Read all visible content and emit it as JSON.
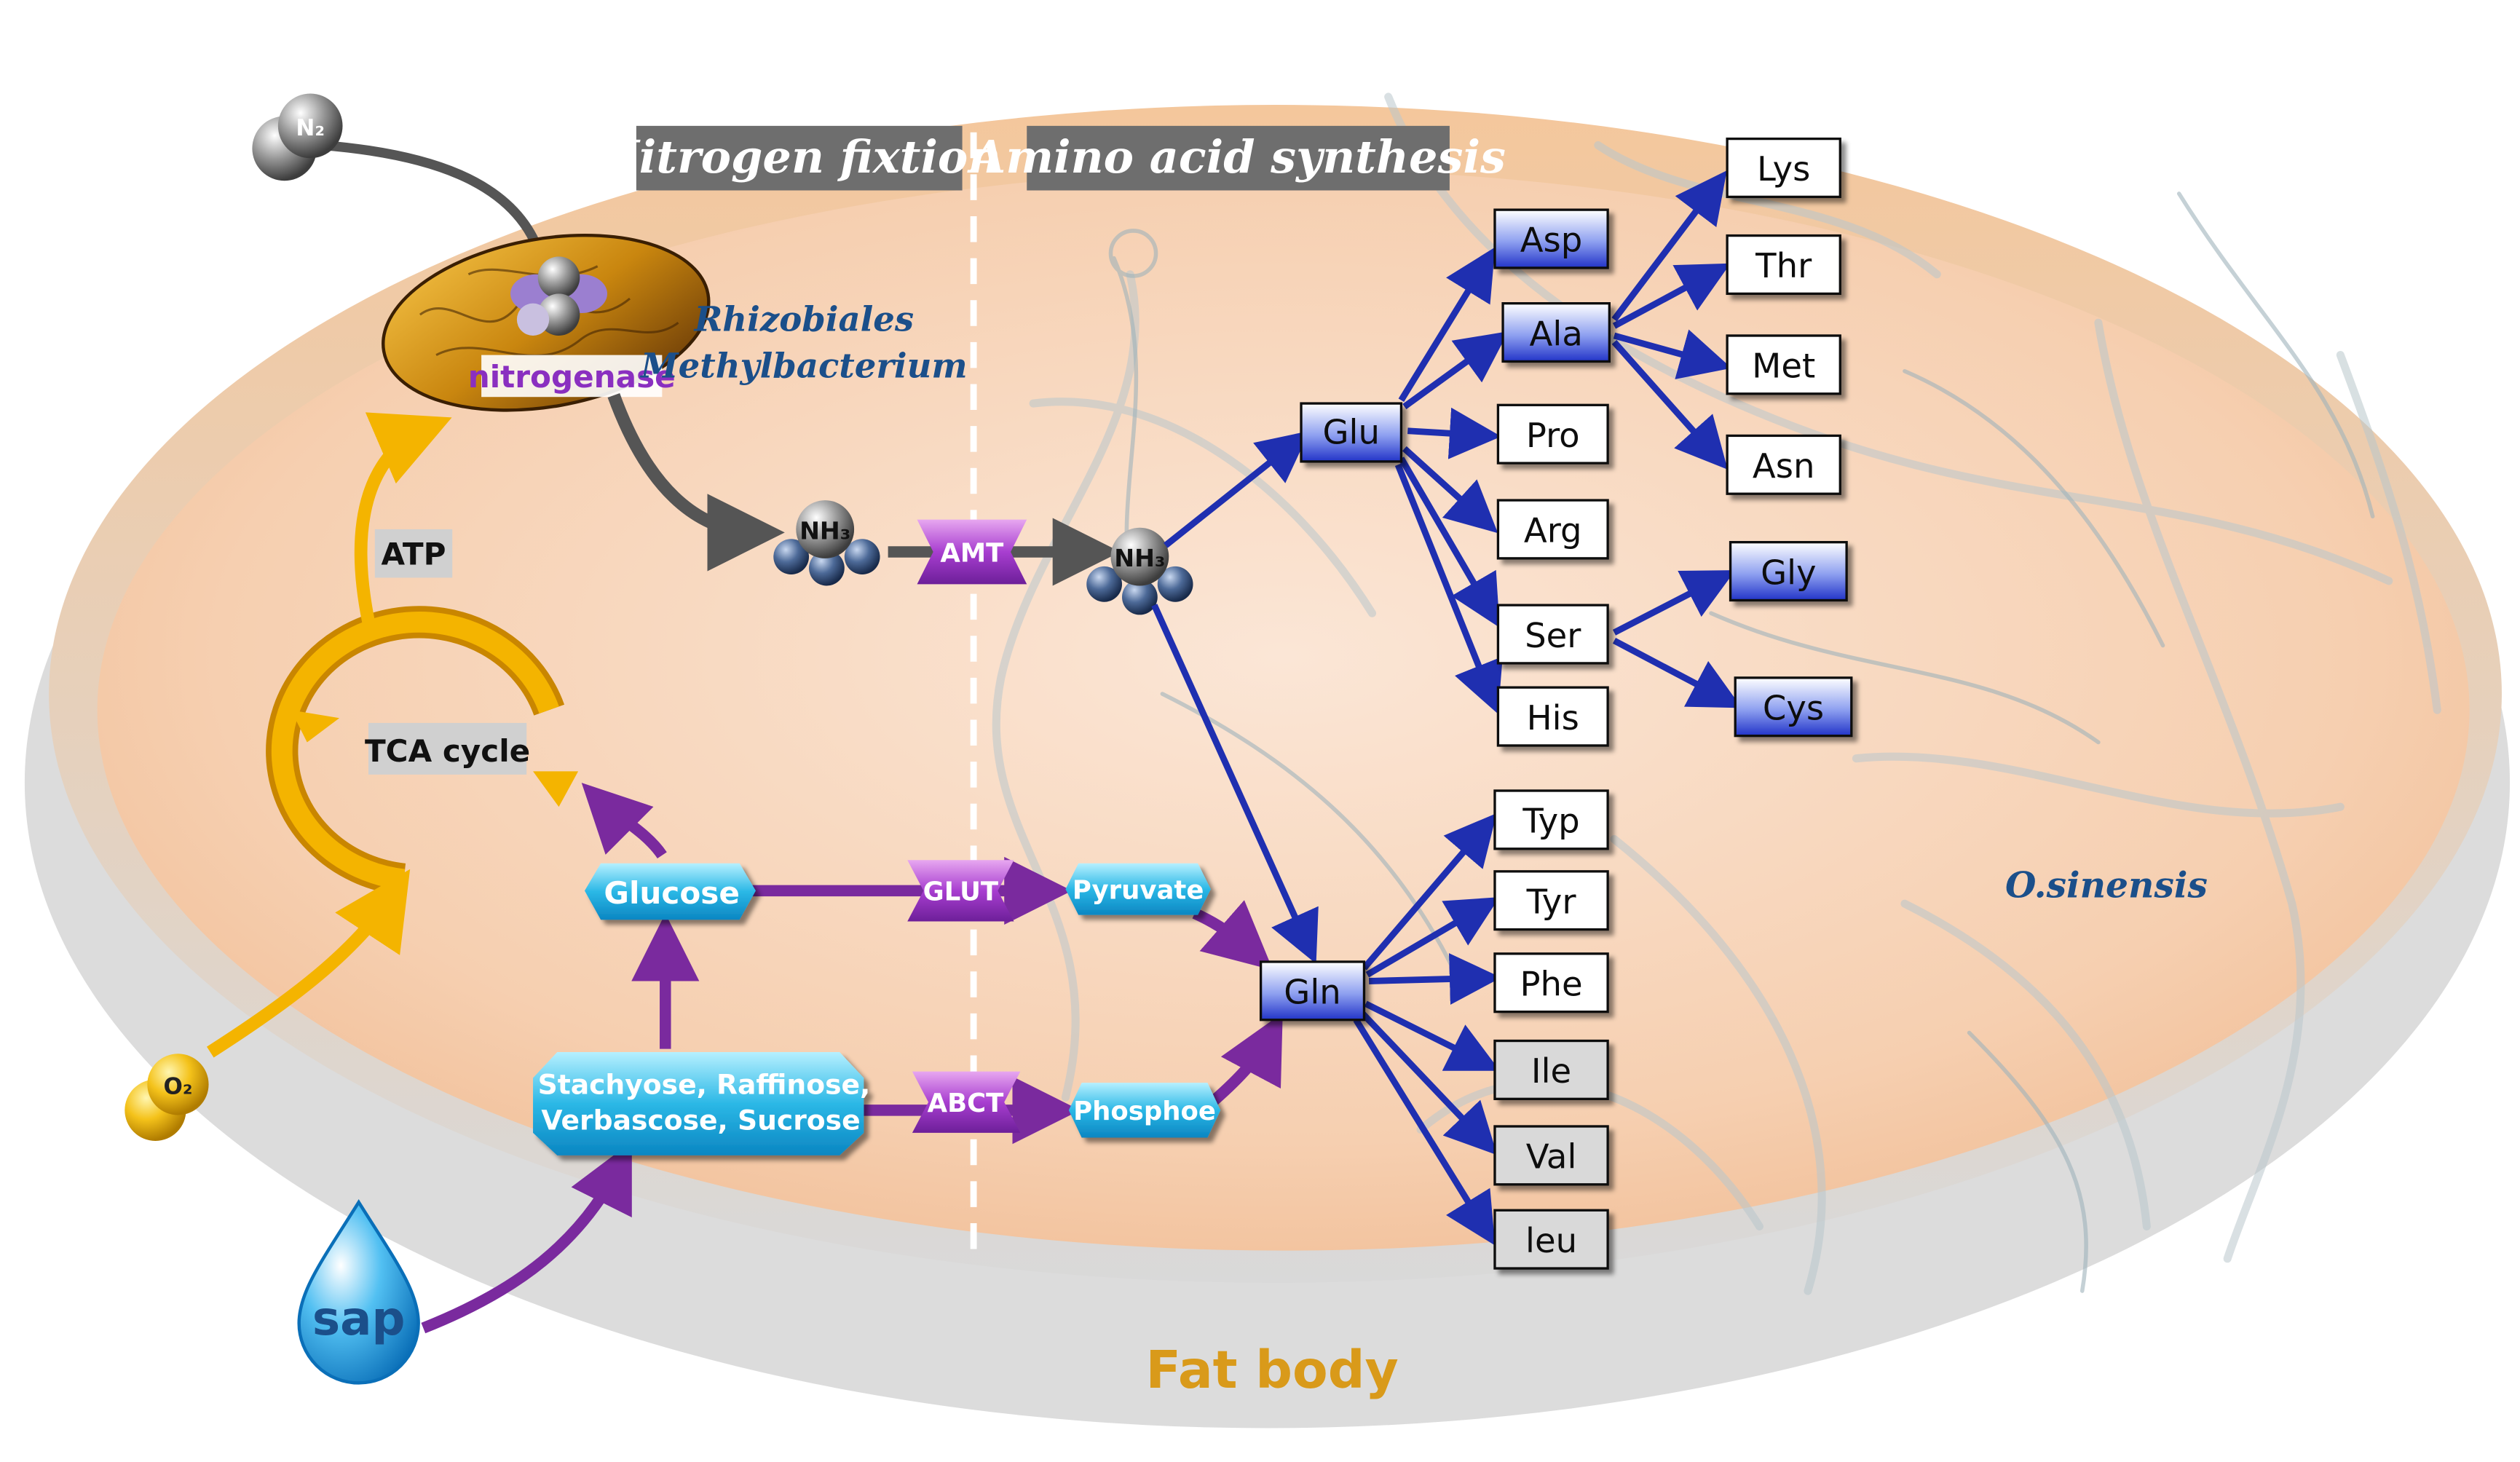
{
  "sections": {
    "nitrogen_fixation": "Nitrogen fixtion",
    "amino_acid_synthesis": "Amino acid synthesis"
  },
  "molecules": {
    "n2": "N₂",
    "o2": "O₂",
    "nh3_1": "NH₃",
    "nh3_2": "NH₃"
  },
  "bacteria": {
    "enzyme": "nitrogenase",
    "names": [
      "Rhizobiales",
      "Methylbacterium"
    ]
  },
  "energy": {
    "atp": "ATP",
    "tca": "TCA cycle"
  },
  "sugars": {
    "glucose": "Glucose",
    "oligosaccharides": [
      "Stachyose, Raffinose,",
      "Verbascose, Sucrose"
    ],
    "pyruvate": "Pyruvate",
    "phosphoe": "Phosphoe",
    "sap": "sap"
  },
  "transporters": {
    "amt": "AMT",
    "glut": "GLUT",
    "abct": "ABCT"
  },
  "amino_acids": {
    "glu": "Glu",
    "gln": "Gln",
    "asp": "Asp",
    "ala": "Ala",
    "pro": "Pro",
    "arg": "Arg",
    "ser": "Ser",
    "his": "His",
    "lys": "Lys",
    "thr": "Thr",
    "met": "Met",
    "asn": "Asn",
    "gly": "Gly",
    "cys": "Cys",
    "typ": "Typ",
    "tyr": "Tyr",
    "phe": "Phe",
    "ile": "Ile",
    "val": "Val",
    "leu": "leu"
  },
  "labels": {
    "organism": "O.sinensis",
    "fat_body": "Fat body"
  },
  "colors": {
    "blue_arrow": "#1f2fb0",
    "purple_arrow": "#7a2a9e",
    "gray_arrow": "#555555",
    "yellow_arrow": "#f4b400",
    "cyan_box": "#2bb8e6",
    "fat_body_text": "#d99a1a",
    "bacteria_text": "#1b4f8a"
  }
}
